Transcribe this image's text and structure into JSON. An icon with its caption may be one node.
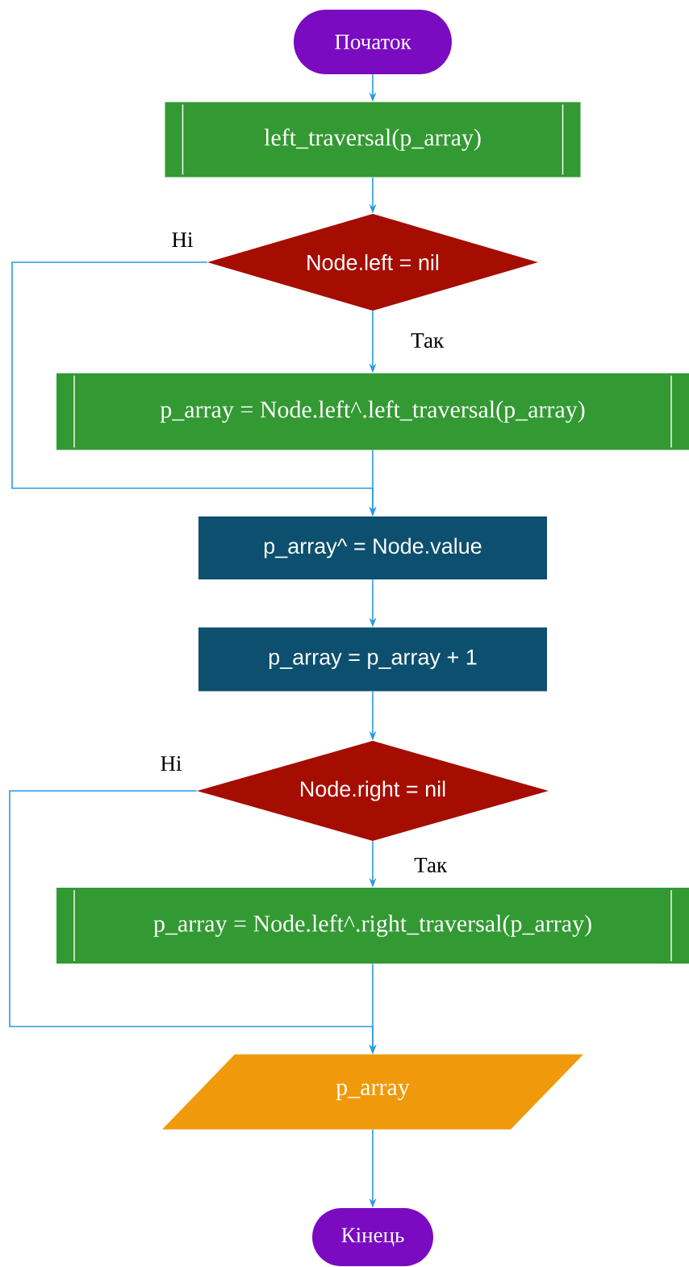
{
  "diagram": {
    "nodes": [
      {
        "text": [
          "Початок"
        ]
      },
      {
        "text": [
          "left_traversal(p_array)"
        ]
      },
      {
        "text": [
          "Node.left = nil"
        ]
      },
      {
        "text": [
          "p_array = Node.left^.left_traversal(p_array)"
        ]
      },
      {
        "text": [
          "p_array^ = Node.value"
        ]
      },
      {
        "text": [
          "p_array = p_array + 1"
        ]
      },
      {
        "text": [
          "Node.right = nil"
        ]
      },
      {
        "text": [
          "p_array = Node.left^.right_traversal(p_array)"
        ]
      },
      {
        "text": [
          "p_array"
        ]
      },
      {
        "text": [
          "Кінець"
        ]
      }
    ],
    "edges": [
      {
        "from": 0,
        "to": 1,
        "arrow": "to"
      },
      {
        "from": 1,
        "to": 2,
        "arrow": "to"
      },
      {
        "from": 2,
        "to": 3,
        "arrow": "to",
        "label": "Так"
      },
      {
        "from": 2,
        "to": 4,
        "arrow": "to",
        "label": "Ні"
      },
      {
        "from": 3,
        "to": 4,
        "arrow": "to"
      },
      {
        "from": 4,
        "to": 5,
        "arrow": "to"
      },
      {
        "from": 5,
        "to": 6,
        "arrow": "to"
      },
      {
        "from": 6,
        "to": 7,
        "arrow": "to",
        "label": "Так"
      },
      {
        "from": 6,
        "to": 8,
        "arrow": "to",
        "label": "Ні"
      },
      {
        "from": 7,
        "to": 8,
        "arrow": "to"
      },
      {
        "from": 8,
        "to": 9,
        "arrow": "to"
      }
    ]
  }
}
